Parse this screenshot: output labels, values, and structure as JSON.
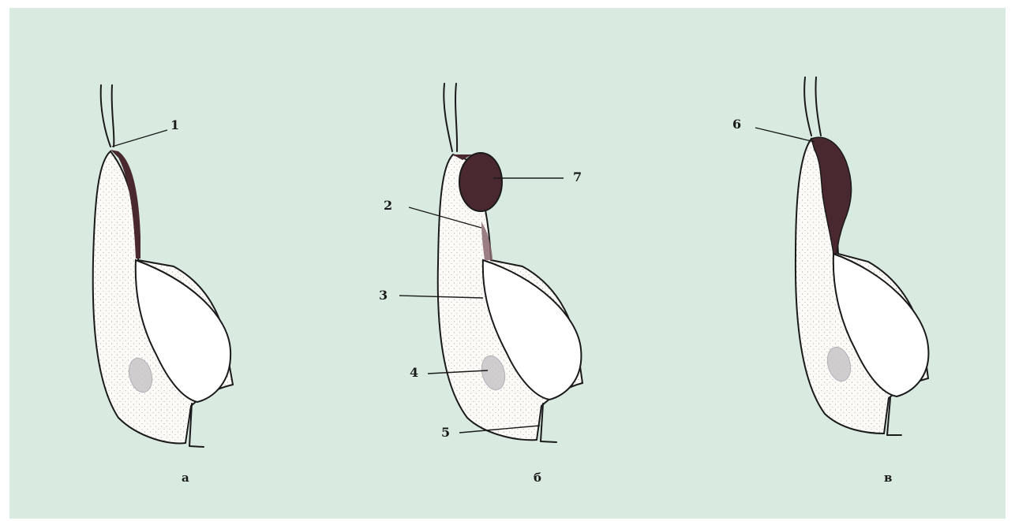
{
  "figure": {
    "panels": [
      {
        "caption": "а",
        "labels": [
          "1"
        ]
      },
      {
        "caption": "б",
        "labels": [
          "2",
          "7",
          "3",
          "4",
          "5"
        ]
      },
      {
        "caption": "в",
        "labels": [
          "6"
        ]
      }
    ]
  },
  "colors": {
    "background": "#d9ebe0",
    "cell_fill": "#fcfbf7",
    "outline": "#1a1a1a",
    "dark_region": "#4a2830",
    "nucleus": "#c9c5c9"
  }
}
